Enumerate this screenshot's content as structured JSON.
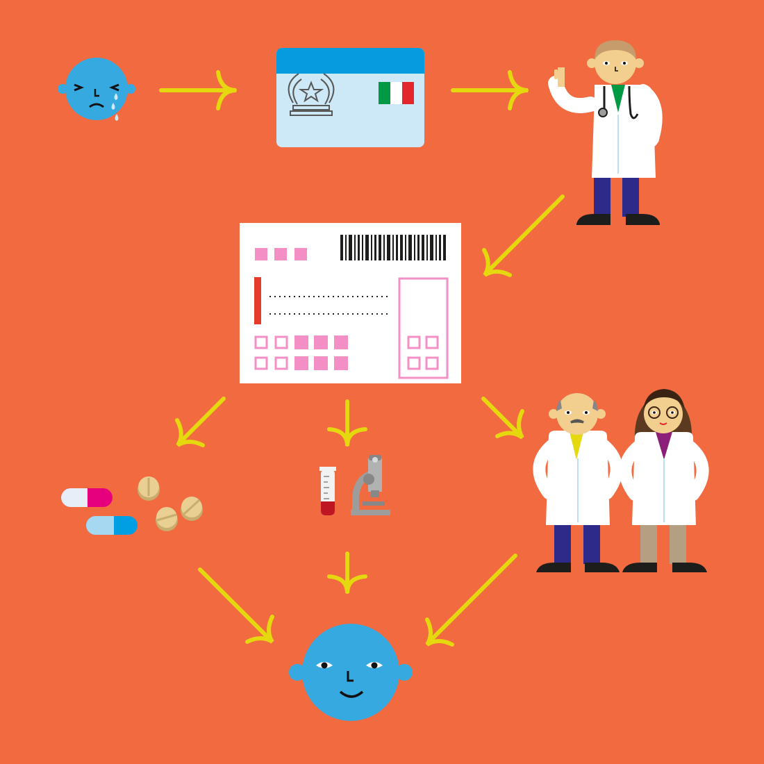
{
  "colors": {
    "background": "#f26a3f",
    "arrow": "#e5d80f",
    "face": "#36a9e1",
    "card_header": "#059bdd",
    "card_body": "#cde9f7",
    "flag_green": "#009a44",
    "flag_red": "#e3262c",
    "form_pink": "#f48fc6",
    "form_red": "#e53b2c",
    "skin": "#f2cf8f",
    "coat": "#ffffff",
    "trousers": "#2e2a8a",
    "trousers_tan": "#b49f82",
    "capsule_pink": "#e6007e",
    "capsule_blue": "#009fe3",
    "tablet": "#e9cf92",
    "microscope": "#9d9d9c",
    "blood": "#be1622"
  },
  "nodes": [
    {
      "id": "crying-patient",
      "icon": "crying-face-icon"
    },
    {
      "id": "health-card",
      "icon": "health-insurance-card-icon"
    },
    {
      "id": "family-doctor",
      "icon": "doctor-waving-icon"
    },
    {
      "id": "prescription",
      "icon": "prescription-form-icon"
    },
    {
      "id": "medicines",
      "icon": "pills-icon"
    },
    {
      "id": "lab-tests",
      "icon": "microscope-test-tube-icon"
    },
    {
      "id": "specialists",
      "icon": "specialist-doctors-icon"
    },
    {
      "id": "happy-patient",
      "icon": "smiling-face-icon"
    }
  ]
}
